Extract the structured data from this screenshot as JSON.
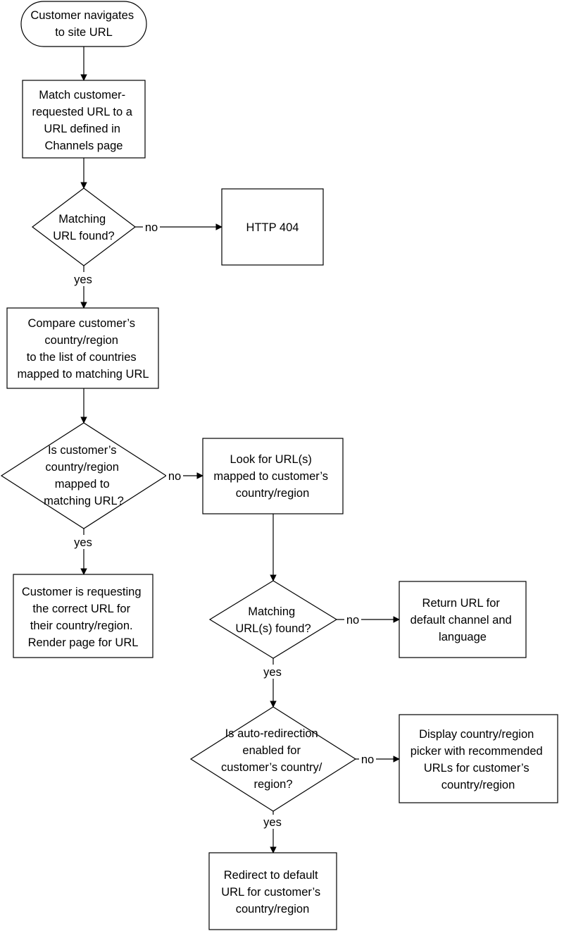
{
  "nodes": {
    "start": [
      "Customer navigates",
      "to site URL"
    ],
    "match_url": [
      "Match customer-",
      "requested URL to a",
      "URL defined in",
      "Channels page"
    ],
    "matching_url_found": [
      "Matching",
      "URL found?"
    ],
    "http_404": [
      "HTTP 404"
    ],
    "compare_country": [
      "Compare customer’s",
      "country/region",
      "to the list of countries",
      "mapped to matching URL"
    ],
    "is_country_mapped": [
      "Is customer’s",
      "country/region",
      "mapped to",
      "matching URL?"
    ],
    "look_for_urls": [
      "Look for URL(s)",
      "mapped to customer’s",
      "country/region"
    ],
    "correct_url": [
      "Customer is requesting",
      "the correct URL for",
      "their country/region.",
      "Render page for URL"
    ],
    "matching_urls_found": [
      "Matching",
      "URL(s) found?"
    ],
    "return_default": [
      "Return URL for",
      "default channel and",
      "language"
    ],
    "auto_redirect": [
      "Is auto-redirection",
      "enabled for",
      "customer’s country/",
      "region?"
    ],
    "display_picker": [
      "Display country/region",
      "picker with recommended",
      "URLs for customer’s",
      "country/region"
    ],
    "redirect_default": [
      "Redirect to default",
      "URL for customer’s",
      "country/region"
    ]
  },
  "edge_labels": {
    "no_1": "no",
    "yes_1": "yes",
    "no_2": "no",
    "yes_2": "yes",
    "no_3": "no",
    "yes_3": "yes",
    "no_4": "no",
    "yes_4": "yes"
  }
}
